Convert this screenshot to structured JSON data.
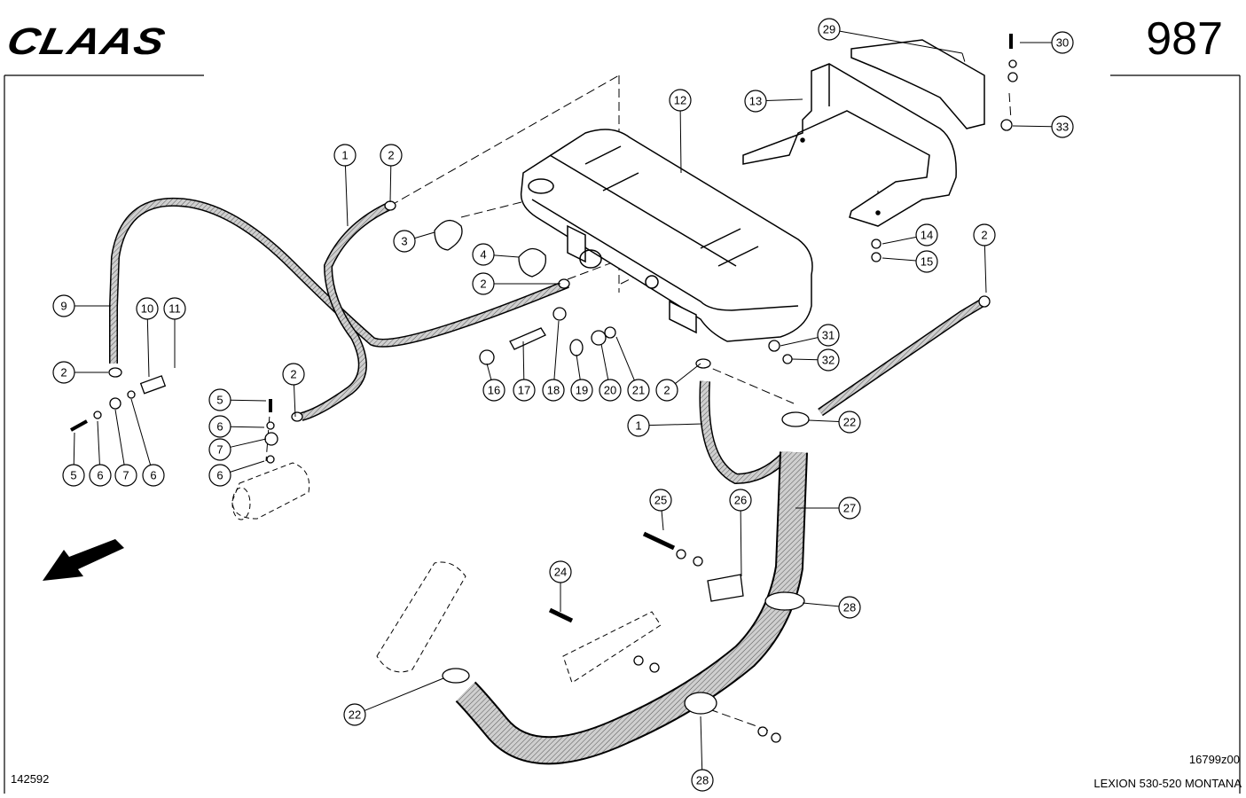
{
  "header": {
    "brand": "CLAAS",
    "page_number": "987"
  },
  "footer": {
    "doc_id": "142592",
    "drawing_no": "16799z00",
    "model": "LEXION 530-520 MONTANA"
  },
  "callouts": [
    "1",
    "2",
    "3",
    "4",
    "5",
    "6",
    "7",
    "9",
    "10",
    "11",
    "12",
    "13",
    "14",
    "15",
    "16",
    "17",
    "18",
    "19",
    "20",
    "21",
    "22",
    "24",
    "25",
    "26",
    "27",
    "28",
    "29",
    "30",
    "31",
    "32",
    "33"
  ],
  "colors": {
    "ink": "#000000",
    "hose_fill": "#d9d9d9",
    "paper": "#ffffff"
  }
}
